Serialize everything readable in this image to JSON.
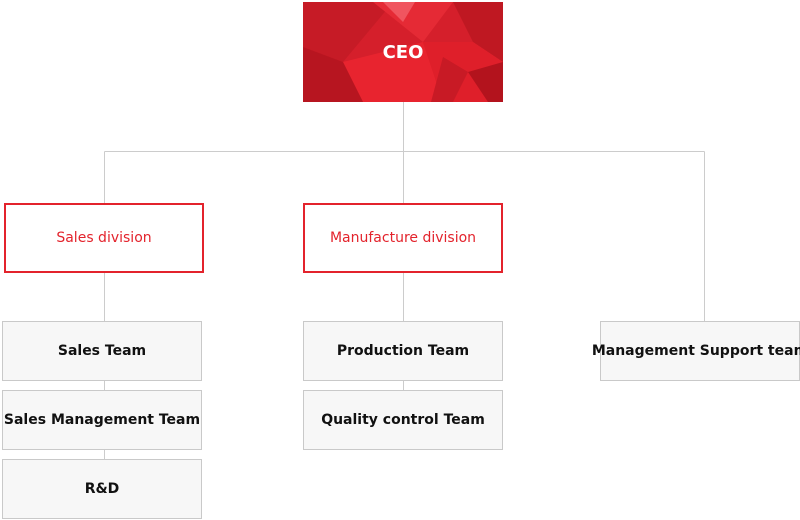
{
  "org_chart": {
    "ceo": {
      "label": "CEO"
    },
    "divisions": [
      {
        "label": "Sales division",
        "teams": [
          "Sales Team",
          "Sales Management Team",
          "R&D"
        ]
      },
      {
        "label": "Manufacture division",
        "teams": [
          "Production Team",
          "Quality control Team"
        ]
      }
    ],
    "standalone_teams": [
      "Management Support team"
    ]
  },
  "colors": {
    "accent": "#e3232c",
    "ceo_fill": "#d51f2b",
    "team_fill": "#f7f7f7",
    "team_border": "#c9c9c9",
    "connector": "#cccccc"
  }
}
